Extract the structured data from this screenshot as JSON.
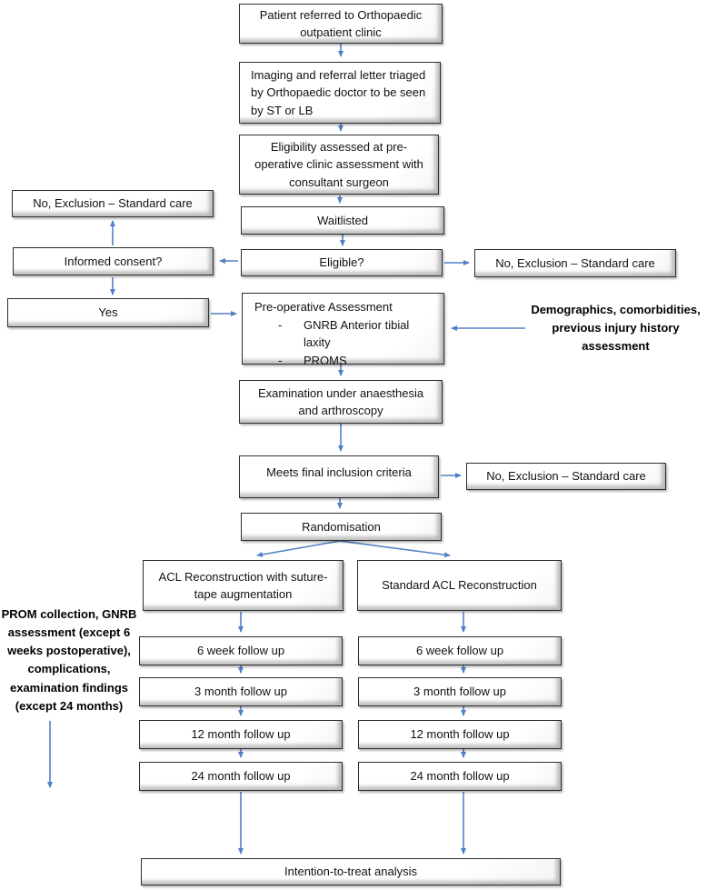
{
  "arrow_color": "#5080c6",
  "boxes": {
    "patient_referred": "Patient referred to Orthopaedic outpatient clinic",
    "imaging_triaged": "Imaging and referral letter triaged by Orthopaedic doctor to be seen by ST or LB",
    "eligibility_assessed": "Eligibility assessed at pre-operative clinic assessment with consultant surgeon",
    "waitlisted": "Waitlisted",
    "eligible": "Eligible?",
    "no_exclusion_left": "No, Exclusion – Standard care",
    "informed_consent": "Informed consent?",
    "yes": "Yes",
    "no_exclusion_right_1": "No, Exclusion – Standard care",
    "preop": {
      "title": "Pre-operative Assessment",
      "bullet_marker": "-",
      "bullets": [
        "GNRB Anterior tibial laxity",
        "PROMS"
      ]
    },
    "examination": "Examination under anaesthesia and arthroscopy",
    "meets_criteria": "Meets final inclusion criteria",
    "no_exclusion_right_2": "No, Exclusion – Standard care",
    "randomisation": "Randomisation",
    "arm_suture_tape": "ACL Reconstruction with suture-tape augmentation",
    "arm_standard": "Standard ACL Reconstruction",
    "followups_left": [
      "6 week follow up",
      "3 month follow up",
      "12 month follow up",
      "24 month follow up"
    ],
    "followups_right": [
      "6 week follow up",
      "3 month follow up",
      "12 month follow up",
      "24 month follow up"
    ],
    "itt": "Intention-to-treat analysis"
  },
  "annotations": {
    "demographics": "Demographics, comorbidities, previous injury history assessment",
    "prom": "PROM collection, GNRB assessment (except 6 weeks postoperative), complications, examination findings (except 24 months)"
  }
}
